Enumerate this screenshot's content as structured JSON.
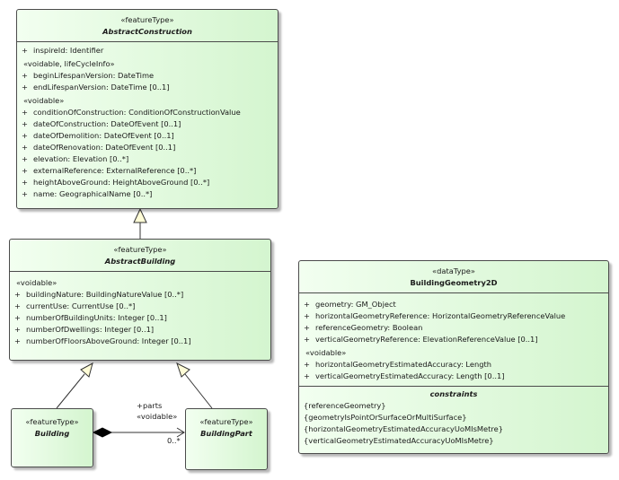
{
  "abstract_construction": {
    "stereotype": "«featureType»",
    "name": "AbstractConstruction",
    "attr_inspire_id": "inspireId: Identifier",
    "group_voidable_lifecycle": "«voidable, lifeCycleInfo»",
    "attr_begin_lifespan": "beginLifespanVersion: DateTime",
    "attr_end_lifespan": "endLifespanVersion: DateTime [0..1]",
    "group_voidable": "«voidable»",
    "attr_condition": "conditionOfConstruction: ConditionOfConstructionValue",
    "attr_date_construction": "dateOfConstruction: DateOfEvent [0..1]",
    "attr_date_demolition": "dateOfDemolition: DateOfEvent [0..1]",
    "attr_date_renovation": "dateOfRenovation: DateOfEvent [0..1]",
    "attr_elevation": "elevation: Elevation [0..*]",
    "attr_external_reference": "externalReference: ExternalReference [0..*]",
    "attr_height_above_ground": "heightAboveGround: HeightAboveGround [0..*]",
    "attr_name": "name: GeographicalName [0..*]"
  },
  "abstract_building": {
    "stereotype": "«featureType»",
    "name": "AbstractBuilding",
    "group_voidable": "«voidable»",
    "attr_building_nature": "buildingNature: BuildingNatureValue [0..*]",
    "attr_current_use": "currentUse: CurrentUse [0..*]",
    "attr_number_units": "numberOfBuildingUnits: Integer [0..1]",
    "attr_number_dwellings": "numberOfDwellings: Integer [0..1]",
    "attr_number_floors": "numberOfFloorsAboveGround: Integer [0..1]"
  },
  "building": {
    "stereotype": "«featureType»",
    "name": "Building"
  },
  "building_part": {
    "stereotype": "«featureType»",
    "name": "BuildingPart"
  },
  "association": {
    "role": "+parts",
    "stereotype": "«voidable»",
    "multiplicity": "0..*"
  },
  "building_geometry": {
    "stereotype": "«dataType»",
    "name": "BuildingGeometry2D",
    "attr_geometry": "geometry: GM_Object",
    "attr_horizontal_reference": "horizontalGeometryReference: HorizontalGeometryReferenceValue",
    "attr_reference_geometry": "referenceGeometry: Boolean",
    "attr_vertical_reference": "verticalGeometryReference: ElevationReferenceValue [0..1]",
    "group_voidable": "«voidable»",
    "attr_horizontal_accuracy": "horizontalGeometryEstimatedAccuracy: Length",
    "attr_vertical_accuracy": "verticalGeometryEstimatedAccuracy: Length [0..1]",
    "constraints_title": "constraints",
    "constraint_1": "{referenceGeometry}",
    "constraint_2": "{geometryIsPointOrSurfaceOrMultiSurface}",
    "constraint_3": "{horizontalGeometryEstimatedAccuracyUoMIsMetre}",
    "constraint_4": "{verticalGeometryEstimatedAccuracyUoMIsMetre}"
  },
  "visibility_symbol": "+",
  "colors": {
    "class_fill_start": "#f2fff0",
    "class_fill_end": "#d4f5cf",
    "border": "#4b4b4b"
  }
}
